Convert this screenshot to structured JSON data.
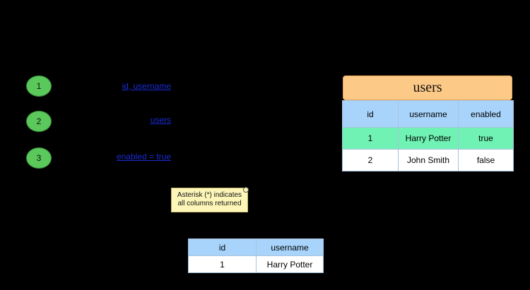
{
  "steps": [
    {
      "number": "1",
      "clause": "id, username"
    },
    {
      "number": "2",
      "clause": "users"
    },
    {
      "number": "3",
      "clause": "enabled = true"
    }
  ],
  "note": {
    "line1": "Asterisk (*)  indicates",
    "line2": "all columns returned"
  },
  "users_table": {
    "title": "users",
    "columns": [
      "id",
      "username",
      "enabled"
    ],
    "rows": [
      [
        "1",
        "Harry Potter",
        "true"
      ],
      [
        "2",
        "John Smith",
        "false"
      ]
    ],
    "highlighted_row": 0
  },
  "result_table": {
    "columns": [
      "id",
      "username"
    ],
    "rows": [
      [
        "1",
        "Harry Potter"
      ]
    ]
  },
  "colors": {
    "background": "#000000",
    "step_circle": "#5ac85a",
    "clause_text": "#1a2bd6",
    "title_box": "#fcc986",
    "header_cell": "#a8d4fb",
    "highlight_row": "#6ff2b3",
    "note_fill": "#fdf6b8"
  }
}
